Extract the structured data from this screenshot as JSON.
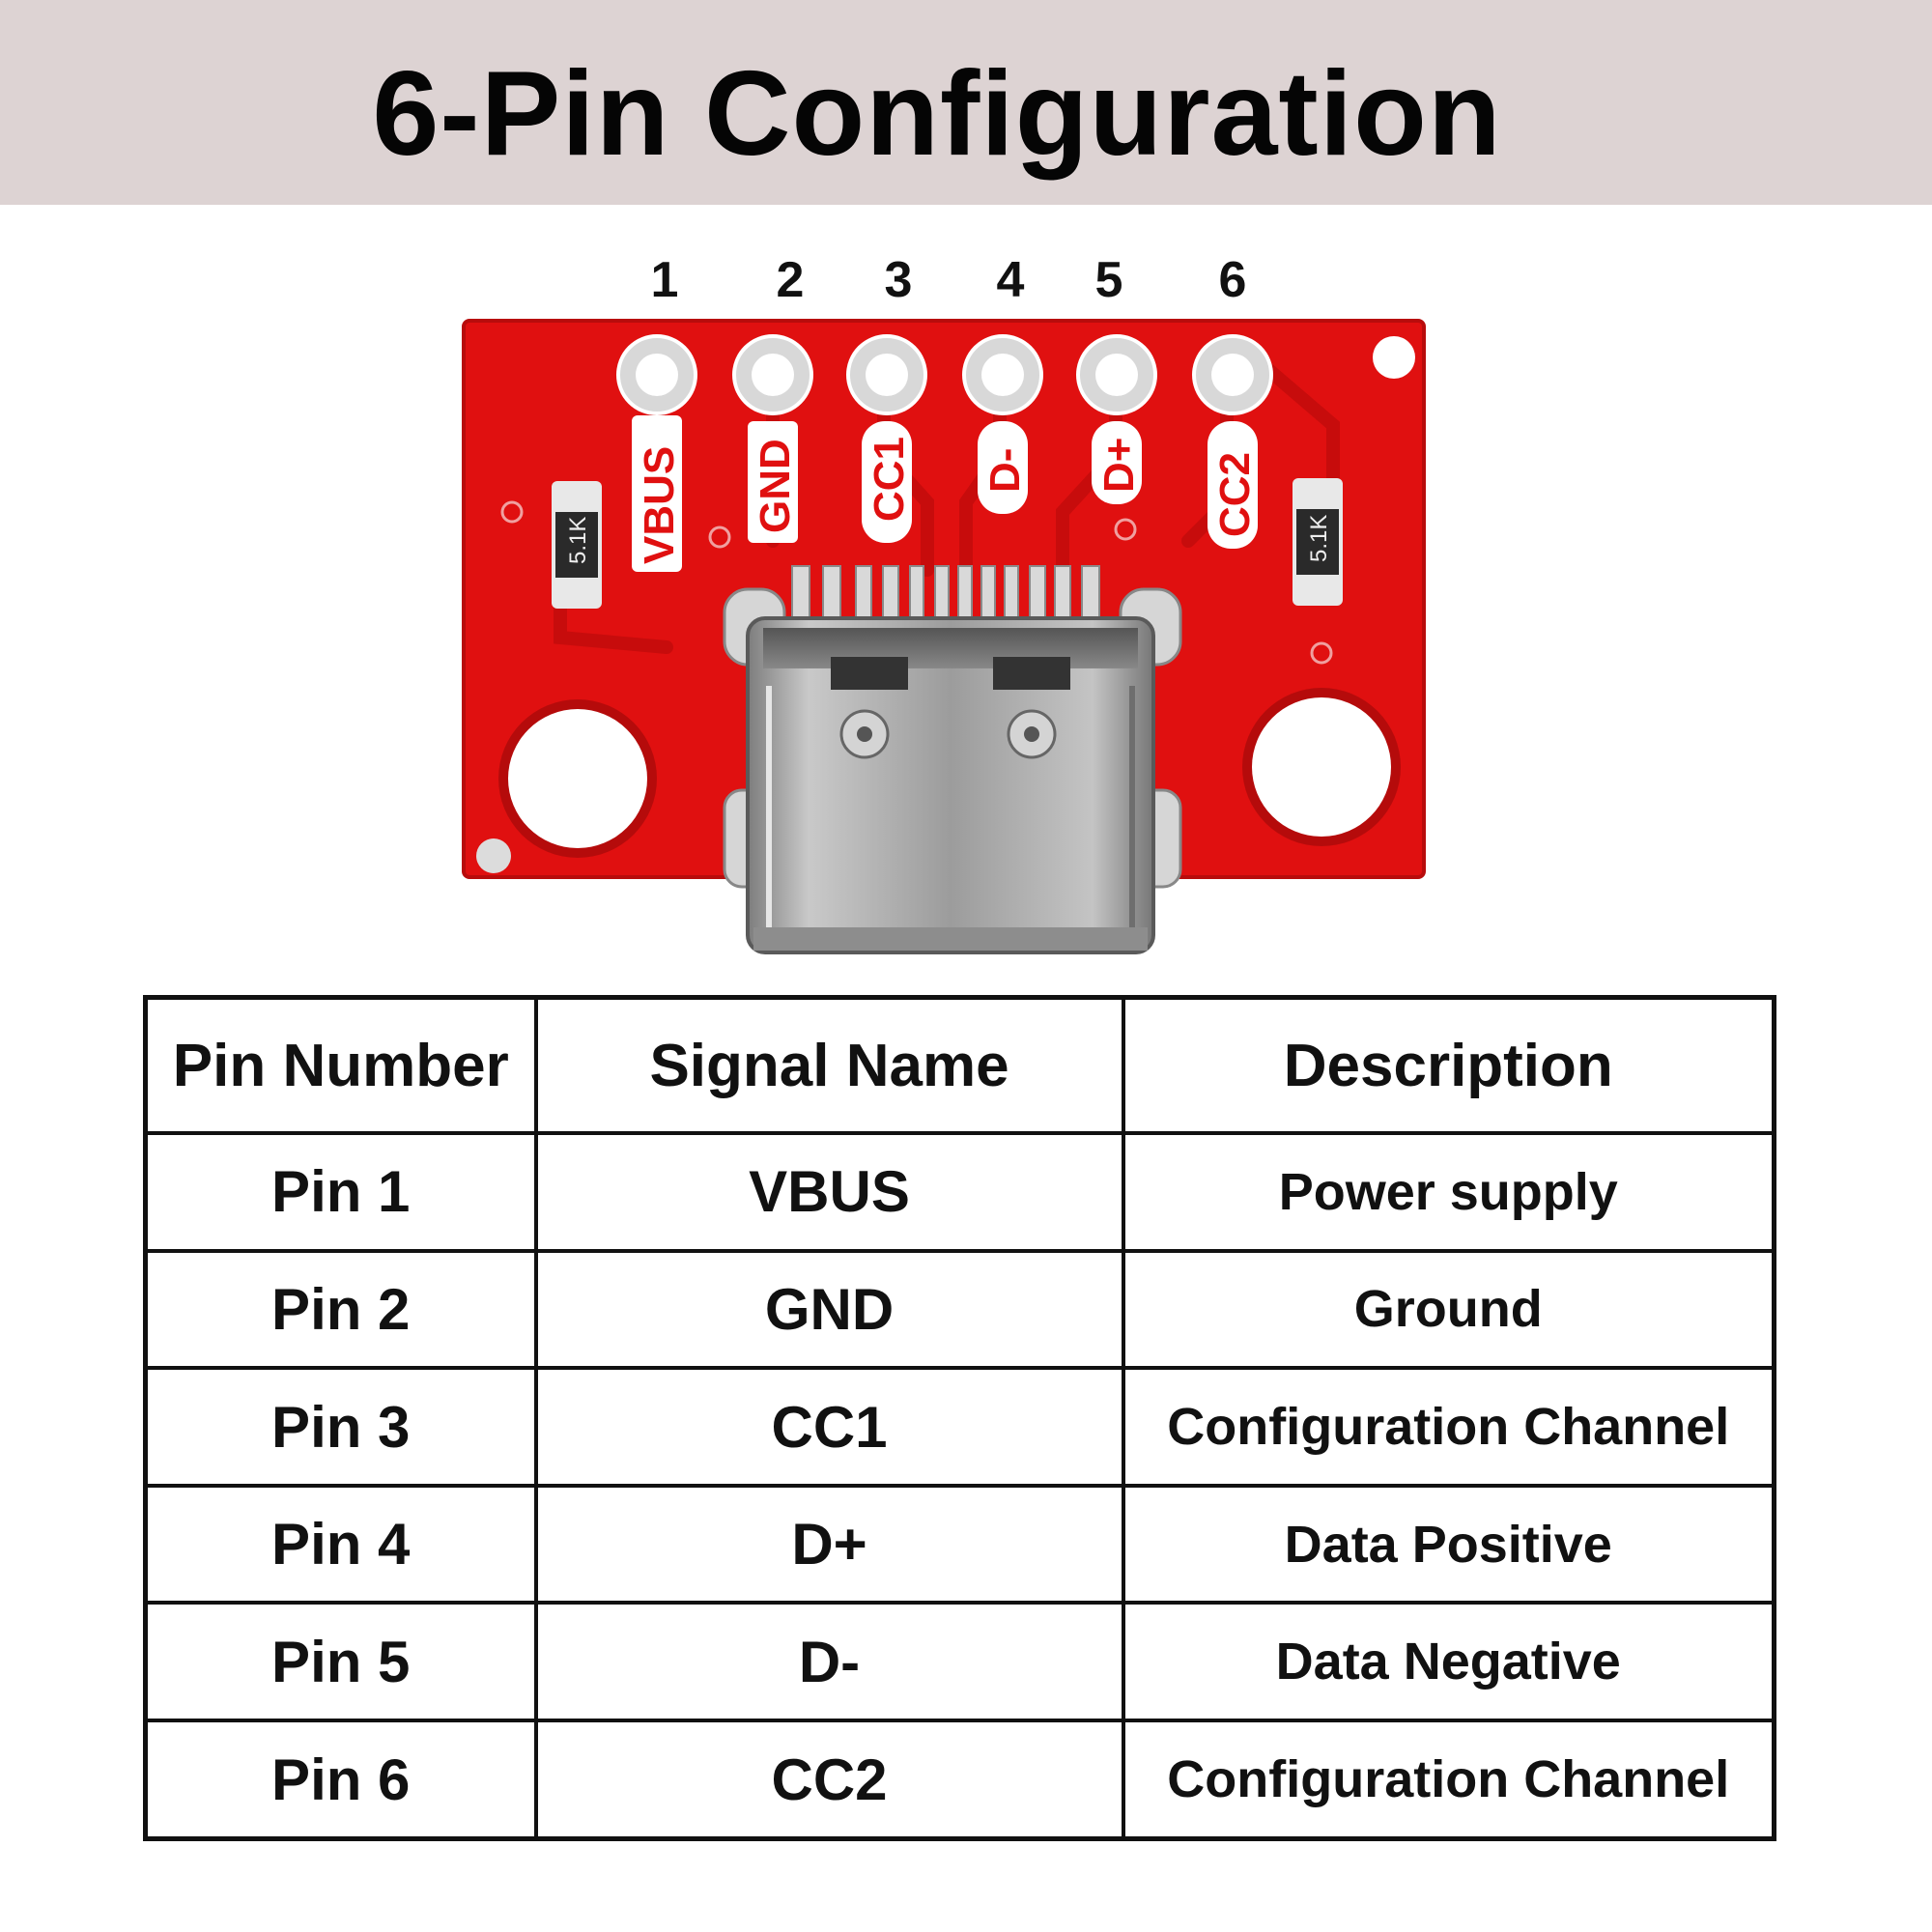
{
  "title": "6-Pin Configuration",
  "pin_numbers": [
    "1",
    "2",
    "3",
    "4",
    "5",
    "6"
  ],
  "board": {
    "silk_labels": [
      "VBUS",
      "GND",
      "CC1",
      "D-",
      "D+",
      "CC2"
    ],
    "resistor_label": "5.1K",
    "colors": {
      "pcb": "#e01010",
      "pad": "#f2f2f2",
      "connector": "#9a9a9a"
    }
  },
  "table": {
    "headers": [
      "Pin Number",
      "Signal Name",
      "Description"
    ],
    "rows": [
      [
        "Pin 1",
        "VBUS",
        "Power supply"
      ],
      [
        "Pin 2",
        "GND",
        "Ground"
      ],
      [
        "Pin 3",
        "CC1",
        "Configuration Channel"
      ],
      [
        "Pin 4",
        "D+",
        "Data Positive"
      ],
      [
        "Pin 5",
        "D-",
        "Data Negative"
      ],
      [
        "Pin 6",
        "CC2",
        "Configuration Channel"
      ]
    ]
  }
}
